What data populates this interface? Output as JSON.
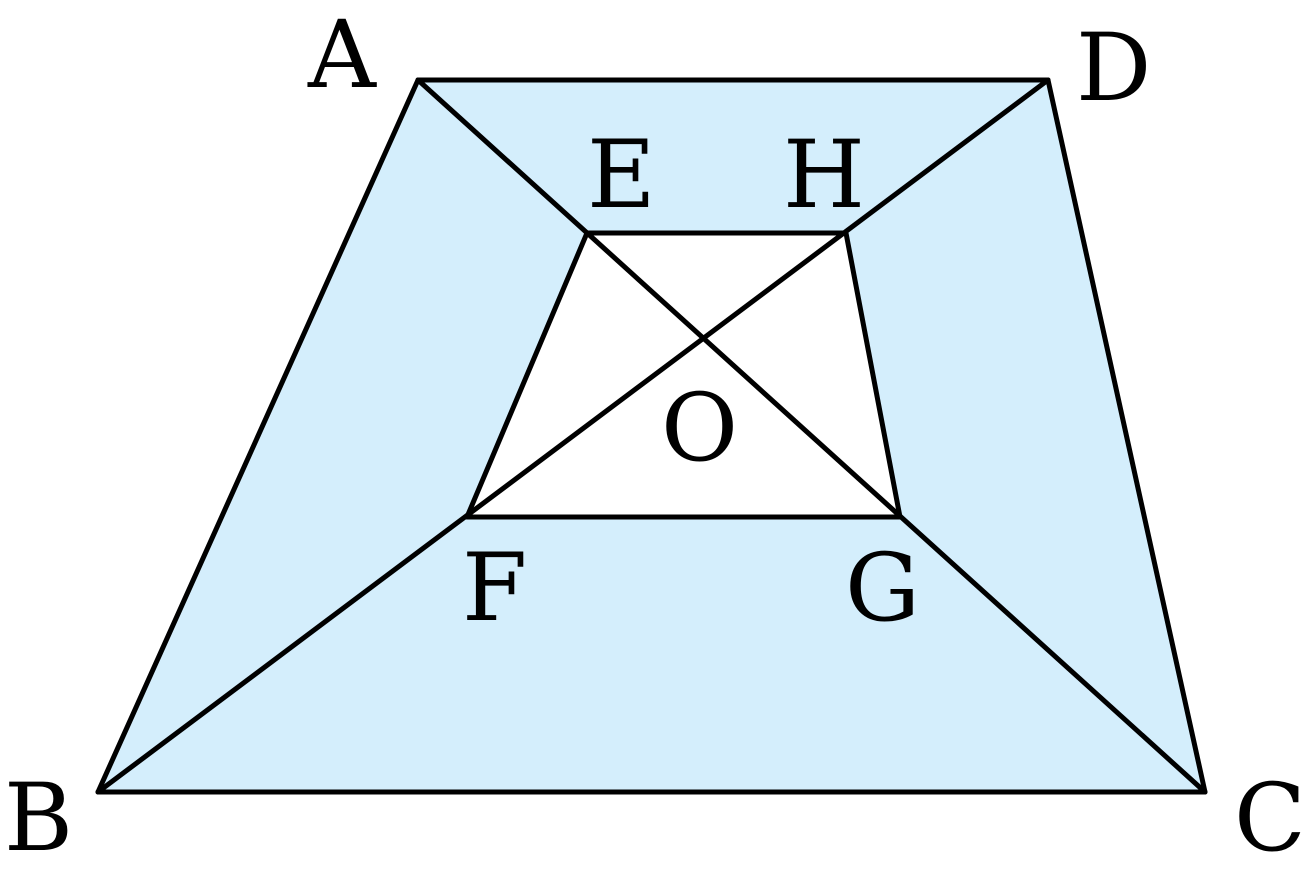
{
  "figure": {
    "fill_color": "#d4eefc",
    "inner_fill_color": "#ffffff",
    "stroke_color": "#000000",
    "labels": {
      "A": "A",
      "B": "B",
      "C": "C",
      "D": "D",
      "E": "E",
      "F": "F",
      "G": "G",
      "H": "H",
      "O": "O"
    }
  }
}
